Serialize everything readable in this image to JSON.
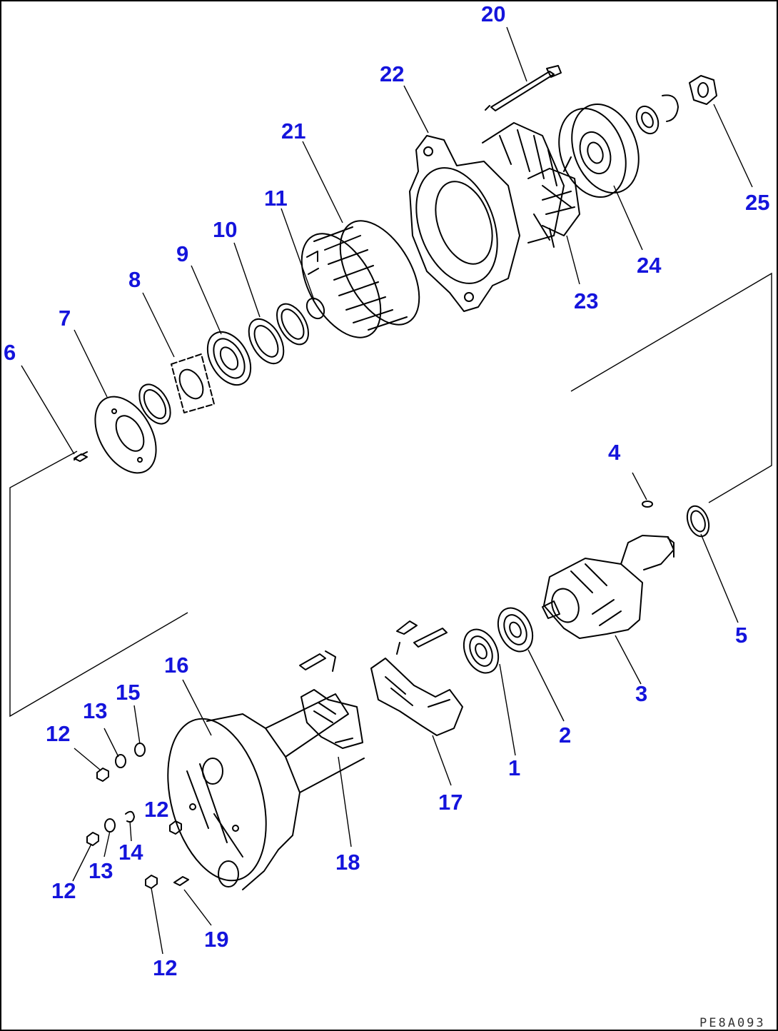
{
  "diagram": {
    "drawing_code": "PE8A093",
    "callouts": [
      {
        "id": "c1",
        "text": "1"
      },
      {
        "id": "c2",
        "text": "2"
      },
      {
        "id": "c3",
        "text": "3"
      },
      {
        "id": "c4",
        "text": "4"
      },
      {
        "id": "c5",
        "text": "5"
      },
      {
        "id": "c6",
        "text": "6"
      },
      {
        "id": "c7",
        "text": "7"
      },
      {
        "id": "c8",
        "text": "8"
      },
      {
        "id": "c9",
        "text": "9"
      },
      {
        "id": "c10",
        "text": "10"
      },
      {
        "id": "c11",
        "text": "11"
      },
      {
        "id": "c12a",
        "text": "12"
      },
      {
        "id": "c12b",
        "text": "12"
      },
      {
        "id": "c12c",
        "text": "12"
      },
      {
        "id": "c12d",
        "text": "12"
      },
      {
        "id": "c13a",
        "text": "13"
      },
      {
        "id": "c13b",
        "text": "13"
      },
      {
        "id": "c14",
        "text": "14"
      },
      {
        "id": "c15",
        "text": "15"
      },
      {
        "id": "c16",
        "text": "16"
      },
      {
        "id": "c17",
        "text": "17"
      },
      {
        "id": "c18",
        "text": "18"
      },
      {
        "id": "c19",
        "text": "19"
      },
      {
        "id": "c20",
        "text": "20"
      },
      {
        "id": "c21",
        "text": "21"
      },
      {
        "id": "c22",
        "text": "22"
      },
      {
        "id": "c23",
        "text": "23"
      },
      {
        "id": "c24",
        "text": "24"
      },
      {
        "id": "c25",
        "text": "25"
      }
    ]
  }
}
